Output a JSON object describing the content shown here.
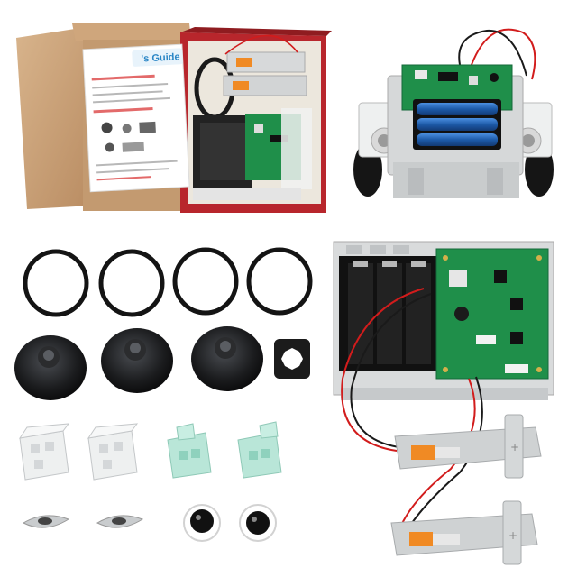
{
  "photo": {
    "guide_text": "'s Guide"
  },
  "palette": {
    "background": "#ffffff",
    "cardboard": "#c9a27a",
    "box_red": "#b8262c",
    "pcb_green": "#1f8f4a",
    "battery_blue": "#1d5aa8",
    "brick_white": "#eef0f0",
    "brick_mint": "#b9e6d8",
    "brick_gray": "#c9ccce",
    "ring_black": "#141414",
    "wire_red": "#d21c1c",
    "wire_black": "#1a1a1a"
  },
  "components": {
    "o_rings": 4,
    "wheels": 3,
    "axle_hub": 1,
    "white_bricks": 2,
    "mint_bricks": 2,
    "sliders": 2,
    "eyes": 2,
    "motor_units": 2
  }
}
